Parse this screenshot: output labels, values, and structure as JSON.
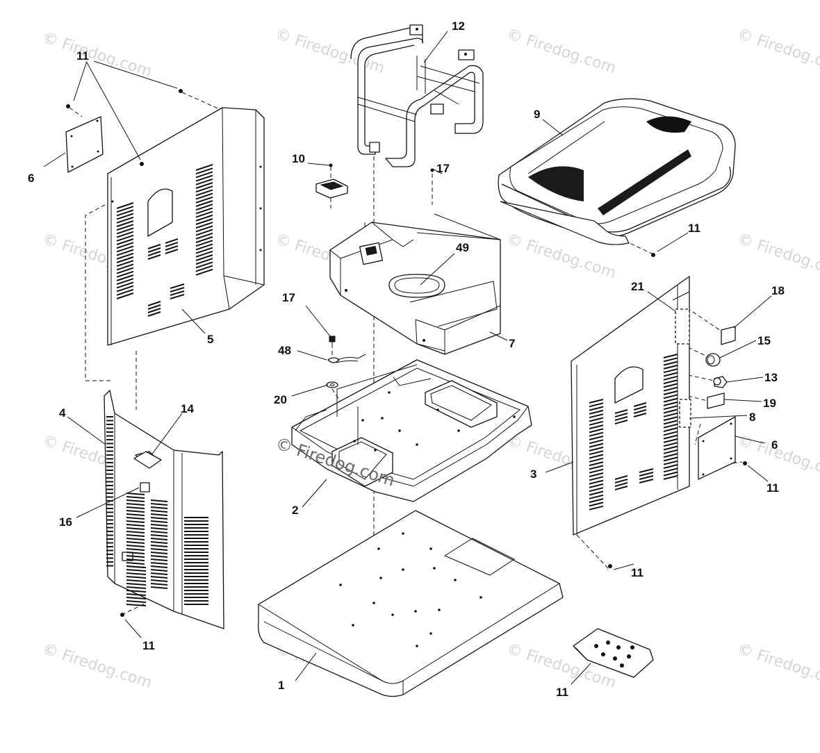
{
  "watermark": {
    "text": "© Firedog.com",
    "center_text": "© Firedog.com"
  },
  "callouts": [
    {
      "id": "1",
      "label": "1"
    },
    {
      "id": "2",
      "label": "2"
    },
    {
      "id": "3",
      "label": "3"
    },
    {
      "id": "4",
      "label": "4"
    },
    {
      "id": "5",
      "label": "5"
    },
    {
      "id": "6",
      "label": "6"
    },
    {
      "id": "7",
      "label": "7"
    },
    {
      "id": "8",
      "label": "8"
    },
    {
      "id": "9",
      "label": "9"
    },
    {
      "id": "10",
      "label": "10"
    },
    {
      "id": "11",
      "label": "11"
    },
    {
      "id": "12",
      "label": "12"
    },
    {
      "id": "13",
      "label": "13"
    },
    {
      "id": "14",
      "label": "14"
    },
    {
      "id": "15",
      "label": "15"
    },
    {
      "id": "16",
      "label": "16"
    },
    {
      "id": "17",
      "label": "17"
    },
    {
      "id": "18",
      "label": "18"
    },
    {
      "id": "19",
      "label": "19"
    },
    {
      "id": "20",
      "label": "20"
    },
    {
      "id": "21",
      "label": "21"
    },
    {
      "id": "48",
      "label": "48"
    },
    {
      "id": "49",
      "label": "49"
    }
  ]
}
